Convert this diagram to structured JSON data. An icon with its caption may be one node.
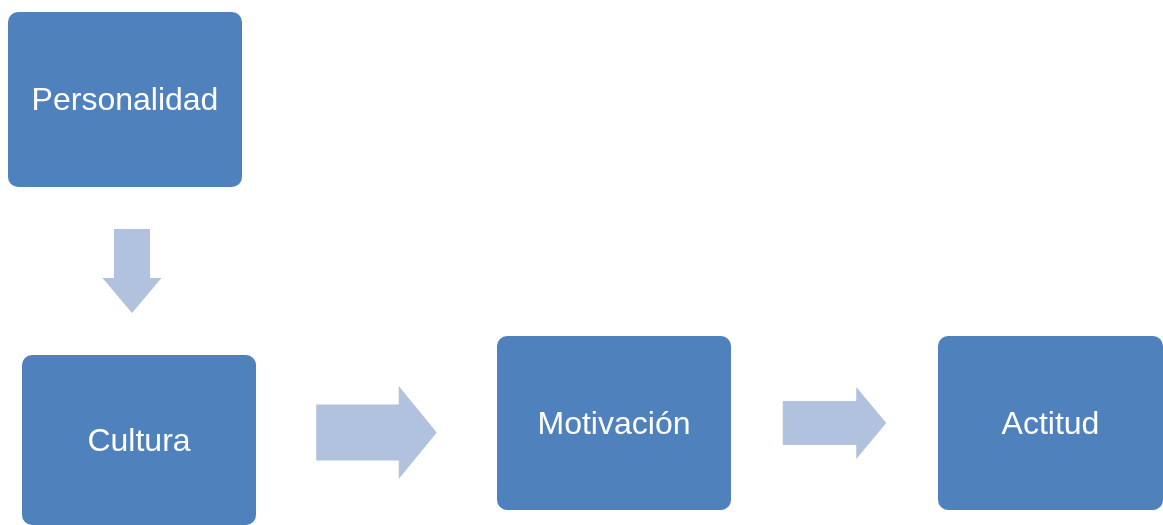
{
  "diagram": {
    "nodes": [
      {
        "text": [
          "Personalidad"
        ]
      },
      {
        "text": [
          "Cultura"
        ]
      },
      {
        "text": [
          "Motivación"
        ]
      },
      {
        "text": [
          "Actitud"
        ]
      }
    ],
    "edges": [
      {
        "from": 0,
        "to": 1,
        "arrow": "to"
      },
      {
        "from": 1,
        "to": 2,
        "arrow": "to"
      },
      {
        "from": 2,
        "to": 3,
        "arrow": "to"
      }
    ]
  }
}
